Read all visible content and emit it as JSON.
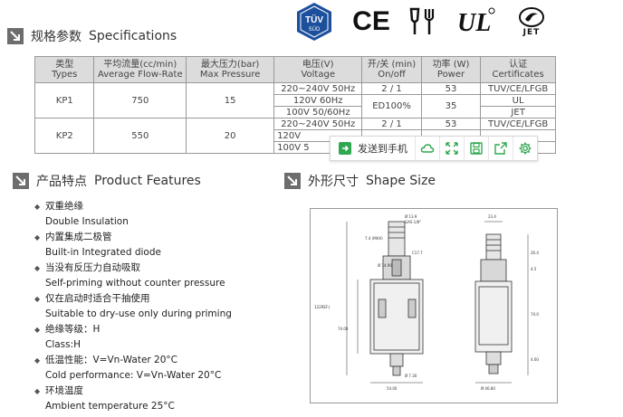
{
  "specs_header": {
    "zh": "规格参数",
    "en": "Specifications"
  },
  "logos": {
    "tuv_main": "TÜV",
    "tuv_sub": "SÜD",
    "ce": "CE",
    "ul": "UL",
    "jet": "JET"
  },
  "table": {
    "headers": [
      {
        "zh": "类型",
        "en": "Types"
      },
      {
        "zh": "平均流量(cc/min)",
        "en": "Average Flow-Rate"
      },
      {
        "zh": "最大压力(bar)",
        "en": "Max Pressure"
      },
      {
        "zh": "电压(V)",
        "en": "Voltage"
      },
      {
        "zh": "开/关 (min)",
        "en": "On/off"
      },
      {
        "zh": "功率 (W)",
        "en": "Power"
      },
      {
        "zh": "认证",
        "en": "Certificates"
      }
    ],
    "kp1": {
      "type": "KP1",
      "flow": "750",
      "pressure": "15",
      "v1": "220~240V  50Hz",
      "v2": "120V  60Hz",
      "v3": "100V  50/60Hz",
      "on1": "2 / 1",
      "on2": "ED100%",
      "p1": "53",
      "p2": "35",
      "c1": "TUV/CE/LFGB",
      "c2": "UL",
      "c3": "JET"
    },
    "kp2": {
      "type": "KP2",
      "flow": "550",
      "pressure": "20",
      "v1": "220~240V  50Hz",
      "v2": "120V",
      "v3": "100V  5",
      "on1": "2 / 1",
      "p1": "53",
      "c1": "TUV/CE/LFGB"
    }
  },
  "toolbar": {
    "send_label": "发送到手机"
  },
  "features": {
    "header": {
      "zh": "产品特点",
      "en": "Product Features"
    },
    "items": [
      {
        "zh": "双重绝缘",
        "en": "Double Insulation"
      },
      {
        "zh": "内置集成二极管",
        "en": "Built-in Integrated diode"
      },
      {
        "zh": "当没有反压力自动吸取",
        "en": "Self-priming without counter pressure"
      },
      {
        "zh": "仅在启动时适合干抽使用",
        "en": "Suitable to dry-use only during priming"
      },
      {
        "zh": "绝缘等级：H",
        "en": "Class:H"
      },
      {
        "zh": "低温性能：V=Vn-Water 20°C",
        "en": "Cold performance: V=Vn-Water 20°C"
      },
      {
        "zh": "环境温度",
        "en": "Ambient temperature 25°C"
      }
    ]
  },
  "shape": {
    "header": {
      "zh": "外形尺寸",
      "en": "Shape Size"
    },
    "dims": {
      "d139": "Ø 13.9",
      "gas": "GAS  1/8\"",
      "d74max": "7.4 (MAX)",
      "d14": "Ø 14.90",
      "d122": "122REF.)",
      "d74": "74.00",
      "d730": "Ø 7.30",
      "d54": "54.00",
      "d234": "23.4",
      "d264": "26.4",
      "d45": "4.5",
      "r740": "74.0",
      "r460": "4.60",
      "d4680": "Ø 46.80",
      "c717": "C17.7"
    }
  },
  "colors": {
    "icon_bg": "#6d6d6d",
    "table_header": "#dcdcdc",
    "toolbar_green": "#2fa84f"
  }
}
